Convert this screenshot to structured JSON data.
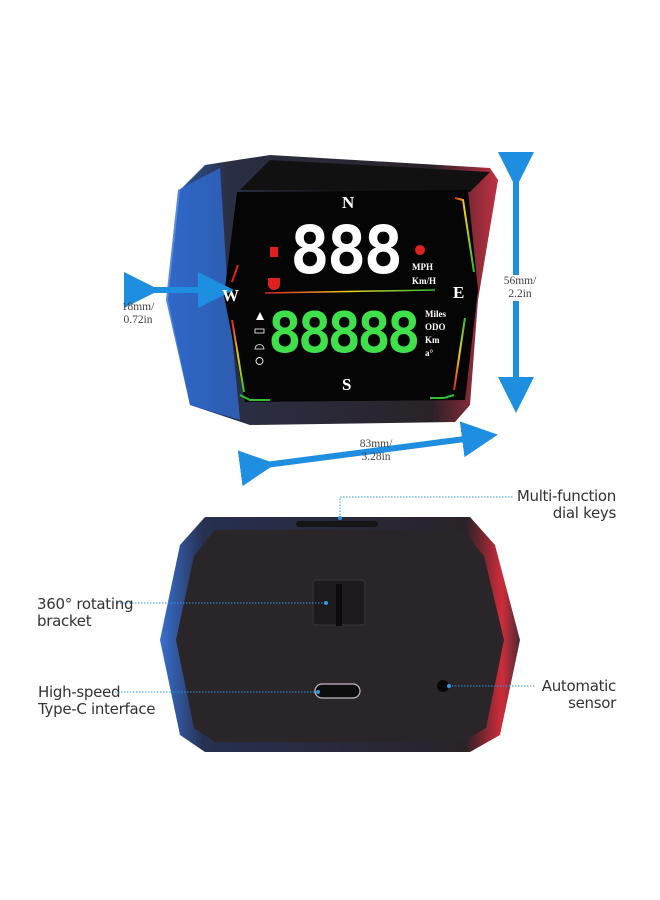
{
  "front_view": {
    "compass": {
      "north": "N",
      "south": "S",
      "east": "E",
      "west": "W"
    },
    "speed_digits": "888",
    "speed_units": [
      "MPH",
      "Km/H"
    ],
    "odometer_digits": "88888",
    "odometer_units": [
      "Miles",
      "ODO",
      "Km",
      "a°"
    ],
    "left_icons": [
      "altitude-icon",
      "ab-trip-icon",
      "speedometer-icon",
      "clock-icon"
    ],
    "warning_icons": [
      "fatigue-driver-icon",
      "coffee-cup-icon",
      "overspeed-alert-icon"
    ]
  },
  "dimensions": {
    "depth": {
      "line1": "18mm/",
      "line2": "0.72in"
    },
    "height": {
      "line1": "56mm/",
      "line2": "2.2in"
    },
    "width": {
      "line1": "83mm/",
      "line2": "3.28in"
    }
  },
  "back_view": {
    "callouts": {
      "dial_keys": {
        "line1": "Multi-function",
        "line2": "dial keys"
      },
      "bracket": {
        "line1": "360° rotating",
        "line2": "bracket"
      },
      "type_c": {
        "line1": "High-speed",
        "line2": "Type-C interface"
      },
      "sensor": {
        "line1": "Automatic",
        "line2": "sensor"
      }
    }
  },
  "colors": {
    "arrow": "#1e8ee0",
    "odometer": "#3fe04a",
    "callout_line": "#2a9be0",
    "warning": "#e02020"
  }
}
